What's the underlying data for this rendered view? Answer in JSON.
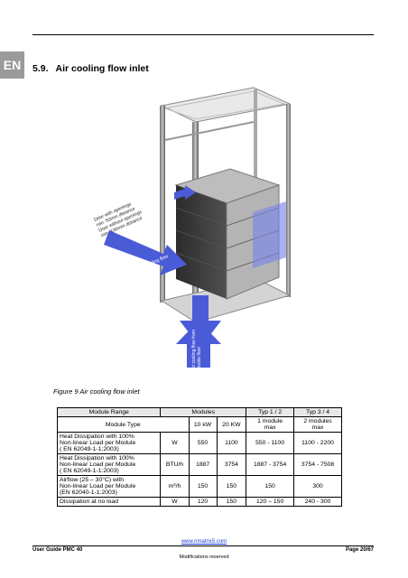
{
  "header": {
    "lang_tab": "EN"
  },
  "section": {
    "number": "5.9.",
    "title": "Air cooling flow inlet"
  },
  "figure": {
    "label_door": "Door with openings\nmin. 50mm distance\nDoor without openings\nmin. 100mm distance",
    "label_front": "Use for air inlet\nFront door with air cooling flow",
    "label_bottom": "Air cooling flow from\ndouble floor",
    "caption": "Figure 9 Air cooling flow inlet"
  },
  "table": {
    "header": {
      "range": "Module Range",
      "modules": "Modules",
      "typ12": "Typ 1 / 2",
      "typ34": "Typ 3 / 4"
    },
    "subheader": {
      "type": "Module Type",
      "m10": "10 kW",
      "m20": "20 KW",
      "typ12": "1 module\nmax",
      "typ34": "2 modules\nmax"
    },
    "rows": [
      {
        "label": "Heat Dissipation with 100%\nNon-linear Load per Module\n( EN 62049-1-1:2003)",
        "unit": "W",
        "m10": "550",
        "m20": "1100",
        "typ12": "550 - 1100",
        "typ34": "1100 - 2200"
      },
      {
        "label": "Heat Dissipation with 100%\nNon-linear Load per Module\n( EN 62049-1-1:2003)",
        "unit": "BTU/h",
        "m10": "1887",
        "m20": "3754",
        "typ12": "1887 - 3754",
        "typ34": "3754 - 7508"
      },
      {
        "label": "Airflow (25 – 30°C) with\nNon-linear Load per Module\n(EN 62040-1-1:2003)",
        "unit": "m³/h",
        "m10": "150",
        "m20": "150",
        "typ12": "150",
        "typ34": "300"
      },
      {
        "label": "Dissipation at no load",
        "unit": "W",
        "m10": "120",
        "m20": "150",
        "typ12": "120 – 150",
        "typ34": "240 - 300"
      }
    ]
  },
  "footer": {
    "left": "User Guide PMC 40",
    "link": "www.nmatrix5.com",
    "right": "Page 20/67",
    "mod": "Modifications reserved"
  },
  "colors": {
    "arrow": "#4a5bd8",
    "tab": "#9a9a9a"
  }
}
